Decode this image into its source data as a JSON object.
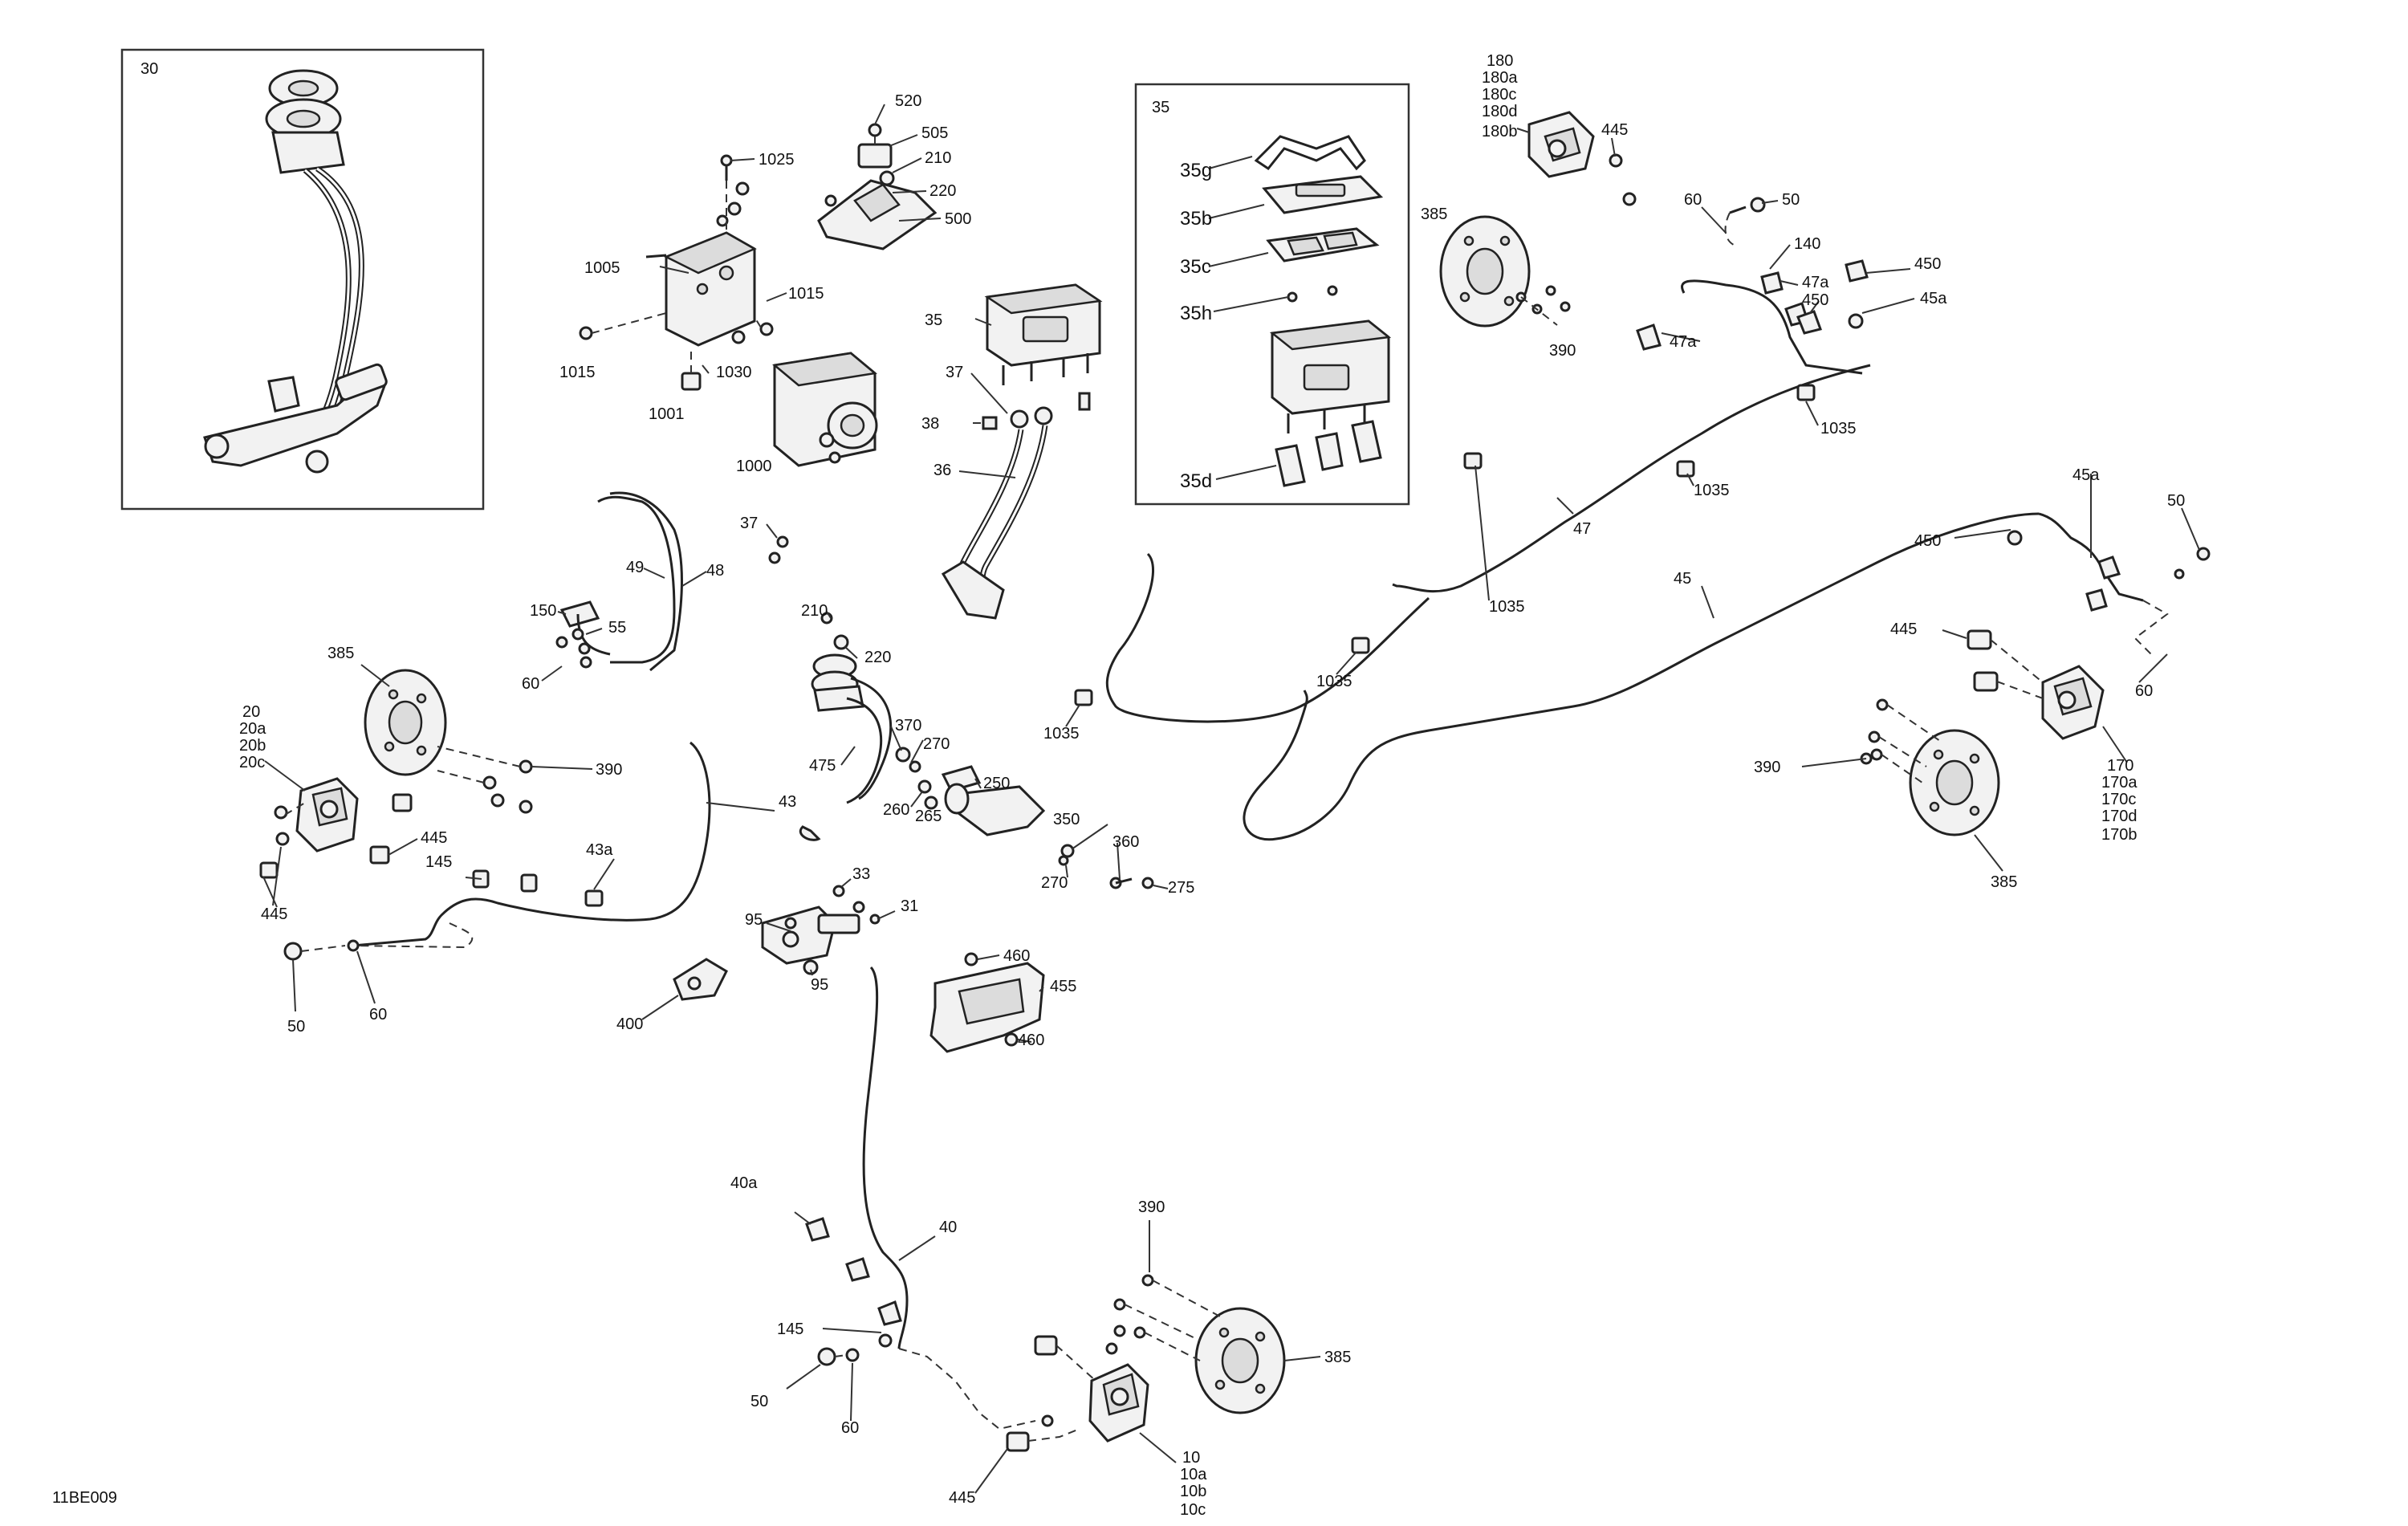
{
  "figure_code": "11BE009",
  "labels": {
    "l30": "30",
    "l35box": "35",
    "l35g": "35g",
    "l35b": "35b",
    "l35c": "35c",
    "l35h": "35h",
    "l35d": "35d",
    "l1025": "1025",
    "l1005": "1005",
    "l1015a": "1015",
    "l1015b": "1015",
    "l1030": "1030",
    "l1001": "1001",
    "l1000": "1000",
    "l520": "520",
    "l505": "505",
    "l210a": "210",
    "l220a": "220",
    "l500": "500",
    "l35": "35",
    "l37a": "37",
    "l38": "38",
    "l36": "36",
    "l180": "180",
    "l180a": "180a",
    "l180c": "180c",
    "l180d": "180d",
    "l180b": "180b",
    "l445a": "445",
    "l385a": "385",
    "l390a": "390",
    "l60a": "60",
    "l50a": "50",
    "l140": "140",
    "l47a1": "47a",
    "l450a": "450",
    "l450b": "450",
    "l45a1": "45a",
    "l47a2": "47a",
    "l1035a": "1035",
    "l1035b": "1035",
    "l47": "47",
    "l1035c": "1035",
    "l1035d": "1035",
    "l1035e": "1035",
    "l45a2": "45a",
    "l50b": "50",
    "l450c": "450",
    "l45": "45",
    "l445b": "445",
    "l60b": "60",
    "l170": "170",
    "l170a": "170a",
    "l170c": "170c",
    "l170d": "170d",
    "l170b": "170b",
    "l390b": "390",
    "l385b": "385",
    "l49": "49",
    "l48": "48",
    "l150": "150",
    "l55": "55",
    "l60c": "60",
    "l37b": "37",
    "l210b": "210",
    "l220b": "220",
    "l370": "370",
    "l270a": "270",
    "l475": "475",
    "l260": "260",
    "l265": "265",
    "l250": "250",
    "l350": "350",
    "l360": "360",
    "l270b": "270",
    "l275": "275",
    "l385c": "385",
    "l20": "20",
    "l20a": "20a",
    "l20b": "20b",
    "l20c": "20c",
    "l390c": "390",
    "l445c": "445",
    "l145a": "145",
    "l43a": "43a",
    "l43": "43",
    "l445d": "445",
    "l50c": "50",
    "l60d": "60",
    "l33": "33",
    "l31": "31",
    "l95a": "95",
    "l95b": "95",
    "l400": "400",
    "l460a": "460",
    "l455": "455",
    "l460b": "460",
    "l40a": "40a",
    "l40": "40",
    "l145b": "145",
    "l50d": "50",
    "l60e": "60",
    "l390d": "390",
    "l385d": "385",
    "l445e": "445",
    "l10": "10",
    "l10a": "10a",
    "l10b": "10b",
    "l10c": "10c"
  }
}
